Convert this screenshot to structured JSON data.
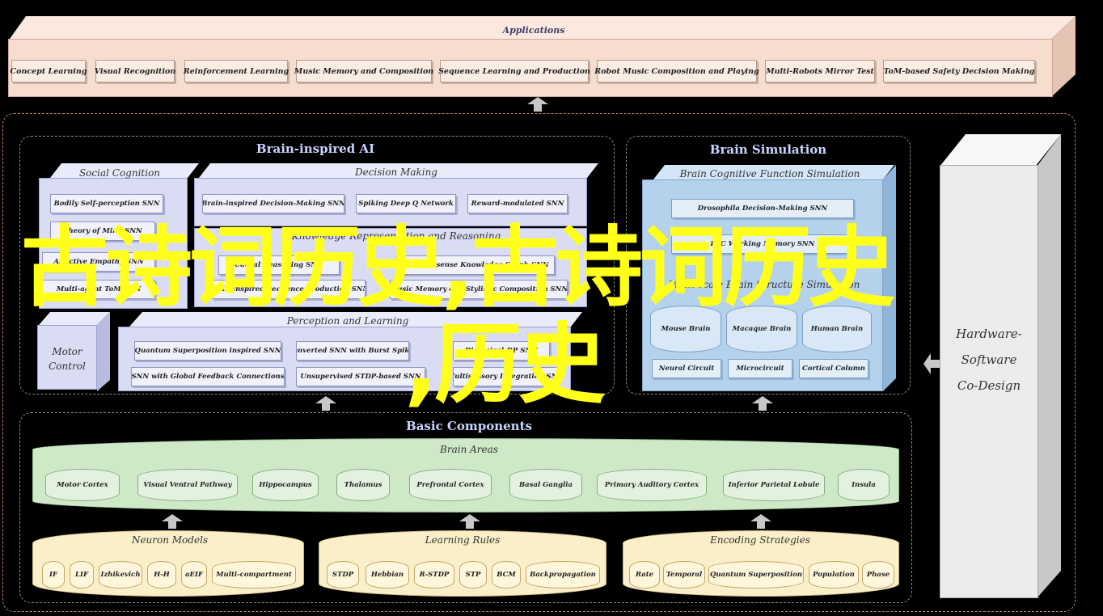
{
  "applications": {
    "title": "Applications",
    "items": [
      "Concept Learning",
      "Visual Recognition",
      "Reinforcement Learning",
      "Music Memory and Composition",
      "Sequence Learning and Production",
      "Robot Music Composition and Playing",
      "Multi-Robots Mirror Test",
      "ToM-based Safety Decision Making"
    ]
  },
  "brain_ai": {
    "title": "Brain-inspired AI",
    "social": {
      "title": "Social Cognition",
      "items": [
        "Bodily Self-perception SNN",
        "Theory of Mind SNN",
        "Affective Empathy SNN",
        "Multi-agent ToM SNN"
      ]
    },
    "decision": {
      "title": "Decision Making",
      "items": [
        "Brain-inspired Decision-Making SNN",
        "Spiking Deep Q Network",
        "Reward-modulated SNN"
      ]
    },
    "knowledge": {
      "title": "Knowledge Representation and Reasoning",
      "items": [
        "Causal Reasoning SNN",
        "Commonsense Knowledge Graph SNN",
        "Brain-inspired Sequence Production SNN",
        "Music Memory and Stylistic Composition SNN"
      ]
    },
    "motor": {
      "title": "Motor Control"
    },
    "perception": {
      "title": "Perception and Learning",
      "items": [
        "Quantum Superposition inspired SNN",
        "Converted SNN with Burst Spikes",
        "Biological-BP SNN",
        "SNN with Global Feedback Connections",
        "Unsupervised STDP-based SNN",
        "Multisensory Integration SNN"
      ]
    }
  },
  "brain_sim": {
    "title": "Brain Simulation",
    "cognitive": {
      "title": "Brain Cognitive Function Simulation",
      "items": [
        "Drosophila Decision-Making SNN",
        "PFC Working Memory SNN"
      ]
    },
    "structure": {
      "title": "Multi-scale Brain Structure Simulation",
      "brains": [
        "Mouse Brain",
        "Macaque Brain",
        "Human Brain"
      ],
      "levels": [
        "Neural Circuit",
        "Microcircuit",
        "Cortical Column"
      ]
    }
  },
  "hardware": {
    "line1": "Hardware-",
    "line2": "Software",
    "line3": "Co-Design"
  },
  "basic": {
    "title": "Basic Components",
    "areas": {
      "title": "Brain Areas",
      "items": [
        "Motor Cortex",
        "Visual Ventral Pathway",
        "Hippocampus",
        "Thalamus",
        "Prefrontal Cortex",
        "Basal Ganglia",
        "Primary Auditory Cortex",
        "Inferior Parietal Lobule",
        "Insula"
      ]
    },
    "neuron": {
      "title": "Neuron Models",
      "items": [
        "IF",
        "LIF",
        "Izhikevich",
        "H-H",
        "aEIF",
        "Multi-compartment"
      ]
    },
    "learning": {
      "title": "Learning Rules",
      "items": [
        "STDP",
        "Hebbian",
        "R-STDP",
        "STP",
        "BCM",
        "Backpropagation"
      ]
    },
    "encoding": {
      "title": "Encoding Strategies",
      "items": [
        "Rate",
        "Temporal",
        "Quantum Superposition",
        "Population",
        "Phase"
      ]
    }
  },
  "overlay": {
    "line1": "古诗词历史,古诗词历史",
    "line2": ",历史"
  },
  "colors": {
    "overlay": "#ffff1a",
    "region_title": "#c9d4ff",
    "background": "#000000"
  }
}
